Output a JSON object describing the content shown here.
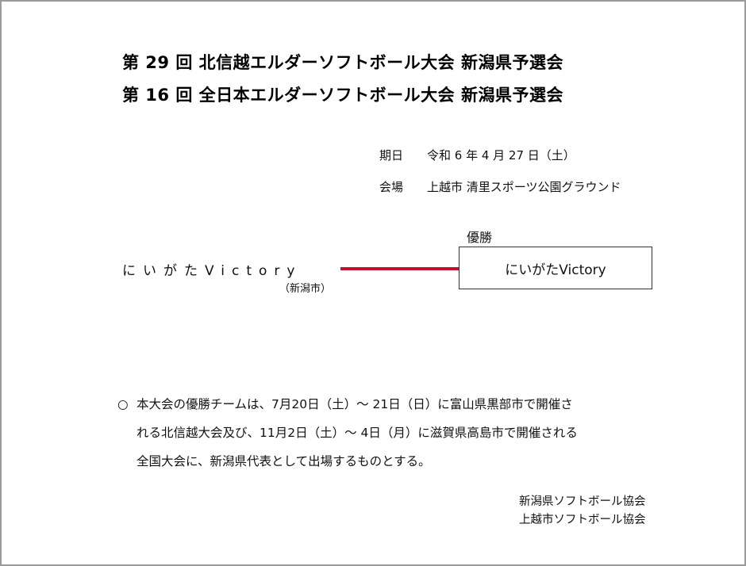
{
  "titles": [
    "第 29 回 北信越エルダーソフトボール大会 新潟県予選会",
    "第 16 回 全日本エルダーソフトボール大会 新潟県予選会"
  ],
  "info": {
    "date": {
      "label": "期日",
      "value": "令和 6 年 4 月 27 日（土）"
    },
    "venue": {
      "label": "会場",
      "value": "上越市 清里スポーツ公園グラウンド"
    }
  },
  "bracket": {
    "team": {
      "name": "にいがたVictory",
      "city": "（新潟市）"
    },
    "winner_label": "優勝",
    "winner_name": "にいがたVictory",
    "line_color": "#c8102e"
  },
  "note": {
    "bullet": "○",
    "lines": [
      "本大会の優勝チームは、7月20日（土）～ 21日（日）に富山県黒部市で開催さ",
      "れる北信越大会及び、11月2日（土）～ 4日（月）に滋賀県高島市で開催される",
      "全国大会に、新潟県代表として出場するものとする。"
    ]
  },
  "organizers": [
    "新潟県ソフトボール協会",
    "上越市ソフトボール協会"
  ]
}
